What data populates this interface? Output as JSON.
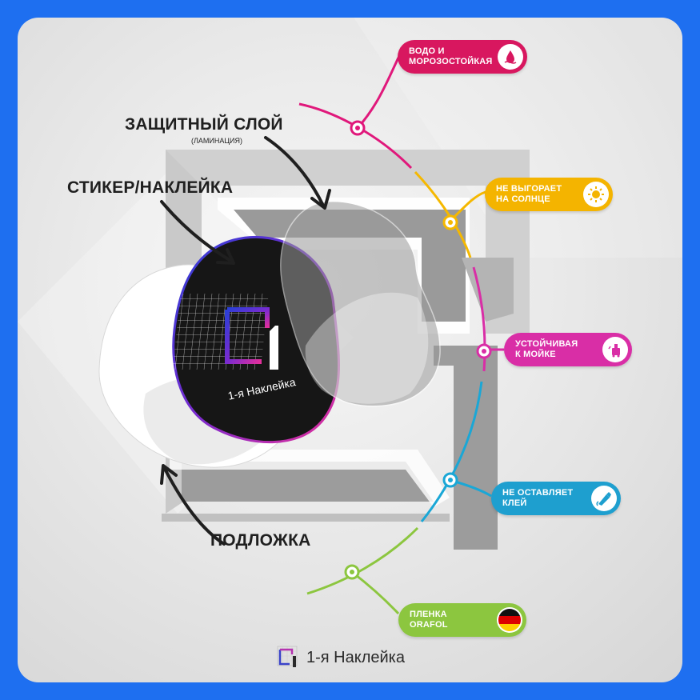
{
  "labels": {
    "protective_layer": "ЗАЩИТНЫЙ СЛОЙ",
    "protective_layer_sub": "(ЛАМИНАЦИЯ)",
    "sticker": "СТИКЕР/НАКЛЕЙКА",
    "backing": "ПОДЛОЖКА"
  },
  "sticker_logo_text": "1-я Наклейка",
  "features": [
    {
      "line1": "ВОДО И",
      "line2": "МОРОЗОСТОЙКАЯ",
      "color": "#d8175f",
      "icon": "water-drop-icon"
    },
    {
      "line1": "НЕ ВЫГОРАЕТ",
      "line2": "НА СОЛНЦЕ",
      "color": "#f4b400",
      "icon": "sun-icon"
    },
    {
      "line1": "УСТОЙЧИВАЯ",
      "line2": "К МОЙКЕ",
      "color": "#d92ea6",
      "icon": "car-wash-icon"
    },
    {
      "line1": "НЕ ОСТАВЛЯЕТ",
      "line2": "КЛЕЙ",
      "color": "#1e9fcf",
      "icon": "glue-tube-icon"
    },
    {
      "line1": "ПЛЕНКА",
      "line2": "ORAFOL",
      "color": "#8cc63f",
      "icon": "german-flag-icon"
    }
  ],
  "brand": {
    "number": "1",
    "text": "1-я Наклейка"
  },
  "colors": {
    "frame": "#1e6ff0",
    "magenta": "#e0187b",
    "yellow": "#f5b800",
    "cyan": "#1aa7d6",
    "green": "#8cc63f"
  }
}
